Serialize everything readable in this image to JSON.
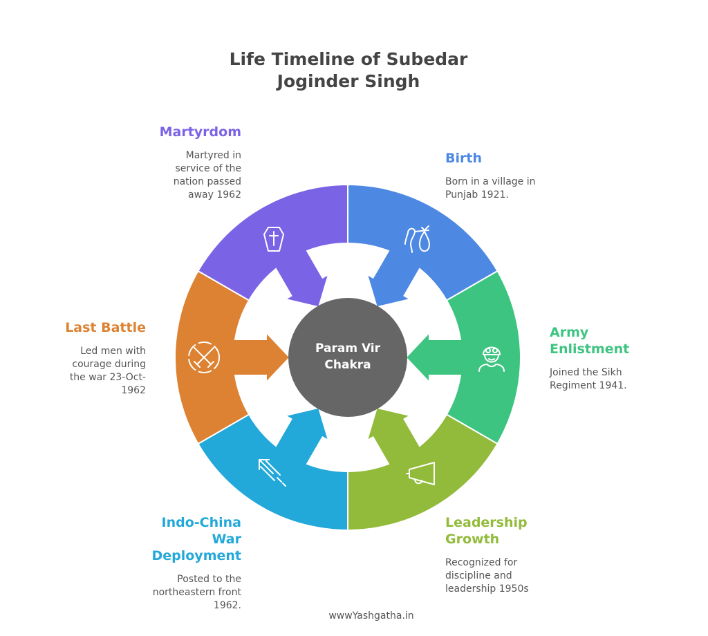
{
  "title": {
    "lines": [
      "Life Timeline of Subedar",
      "Joginder Singh"
    ]
  },
  "center": {
    "lines": [
      "Param Vir",
      "Chakra"
    ],
    "color": "#666666"
  },
  "stages": [
    {
      "id": "birth",
      "heading": [
        "Birth"
      ],
      "desc": [
        "Born in a village in",
        "Punjab 1921."
      ],
      "color": "#4d88e3",
      "icon": "stork-icon"
    },
    {
      "id": "army-enlistment",
      "heading": [
        "Army",
        "Enlistment"
      ],
      "desc": [
        "Joined the Sikh",
        "Regiment 1941."
      ],
      "color": "#3ec481",
      "icon": "soldier-icon"
    },
    {
      "id": "leadership-growth",
      "heading": [
        "Leadership",
        "Growth"
      ],
      "desc": [
        "Recognized for",
        "discipline and",
        "leadership 1950s"
      ],
      "color": "#92bb3c",
      "icon": "megaphone-icon"
    },
    {
      "id": "indo-china-war-deployment",
      "heading": [
        "Indo-China",
        "War",
        "Deployment"
      ],
      "desc": [
        "Posted to the",
        "northeastern front",
        "1962."
      ],
      "color": "#22a8d9",
      "icon": "arrow-deploy-icon"
    },
    {
      "id": "last-battle",
      "heading": [
        "Last Battle"
      ],
      "desc": [
        "Led men with",
        "courage during",
        "the war 23-Oct-",
        "1962"
      ],
      "color": "#dc8232",
      "icon": "crossed-swords-icon"
    },
    {
      "id": "martyrdom",
      "heading": [
        "Martyrdom"
      ],
      "desc": [
        "Martyred in",
        "service of the",
        "nation passed",
        "away 1962"
      ],
      "color": "#7b63e6",
      "icon": "coffin-icon"
    }
  ],
  "footer": "wwwYashgatha.in"
}
